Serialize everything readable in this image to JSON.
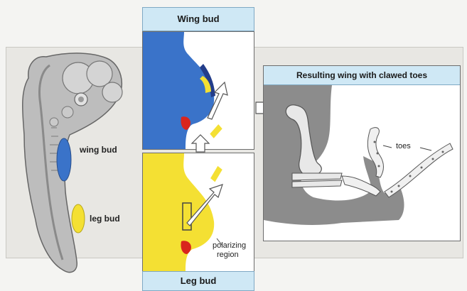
{
  "panels": {
    "wing": {
      "title": "Wing bud"
    },
    "leg": {
      "title": "Leg bud"
    },
    "result": {
      "title": "Resulting wing with clawed toes"
    }
  },
  "embryo": {
    "wing_label": "wing bud",
    "leg_label": "leg bud"
  },
  "leg_panel": {
    "polarizing_label_line1": "polarizing",
    "polarizing_label_line2": "region"
  },
  "result_panel": {
    "toes_label": "toes"
  },
  "colors": {
    "wing_mesenchyme": "#3a73c9",
    "leg_mesenchyme": "#f4e033",
    "polarizing_region": "#d9251d",
    "arrow": "#ffffff",
    "header_bg": "#cfe8f5",
    "wing_gray": "#8c8c8c"
  }
}
